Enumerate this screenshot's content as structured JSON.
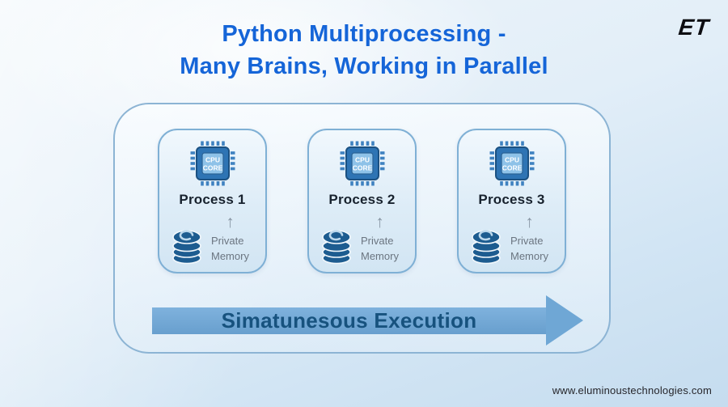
{
  "header": {
    "title_line1": "Python Multiprocessing -",
    "title_line2": "Many Brains, Working in Parallel",
    "logo_text": "ET"
  },
  "diagram": {
    "processes": [
      {
        "label": "Process 1",
        "chip_line1": "CPU",
        "chip_line2": "CORE",
        "arrow_glyph": "↑",
        "memory_line1": "Private",
        "memory_line2": "Memory"
      },
      {
        "label": "Process 2",
        "chip_line1": "CPU",
        "chip_line2": "CORE",
        "arrow_glyph": "↑",
        "memory_line1": "Private",
        "memory_line2": "Memory"
      },
      {
        "label": "Process 3",
        "chip_line1": "CPU",
        "chip_line2": "CORE",
        "arrow_glyph": "↑",
        "memory_line1": "Private",
        "memory_line2": "Memory"
      }
    ],
    "execution_arrow_label": "Simatunesous Execution"
  },
  "footer": {
    "website": "www.eluminoustechnologies.com"
  },
  "colors": {
    "title_blue": "#1565d8",
    "arrow_blue": "#6fa7d5",
    "arrow_text_blue": "#17527e",
    "chip_blue": "#2e74b4",
    "chip_inner_blue": "#8ec2e8",
    "database_blue": "#1d5c90",
    "card_border": "#7fb0d5",
    "panel_border": "#8cb4d4",
    "background_blue": "#d9e9f6"
  }
}
